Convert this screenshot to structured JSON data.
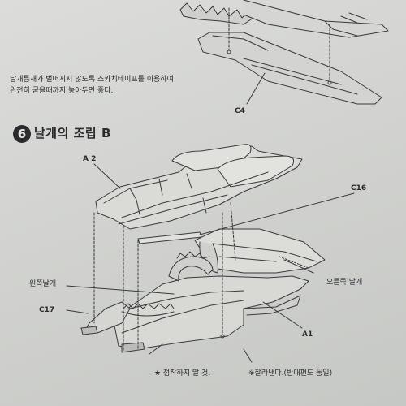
{
  "notes": {
    "line1": "날개틈새가 벌어지지 않도록 스카치테이프를 이용하여",
    "line2": "완전히 굳을때까지 놓아두면 좋다."
  },
  "step": {
    "number": "6",
    "title": "날개의 조립 B"
  },
  "labels": {
    "c4": "C4",
    "a2": "A 2",
    "c16": "C16",
    "left_wing": "왼쪽날개",
    "right_wing": "오른쪽 날개",
    "c17": "C17",
    "a1": "A1"
  },
  "footer": {
    "no_glue": "★ 접착하지 말 것.",
    "cut_note": "※잘라낸다.(반대편도 동일)"
  }
}
